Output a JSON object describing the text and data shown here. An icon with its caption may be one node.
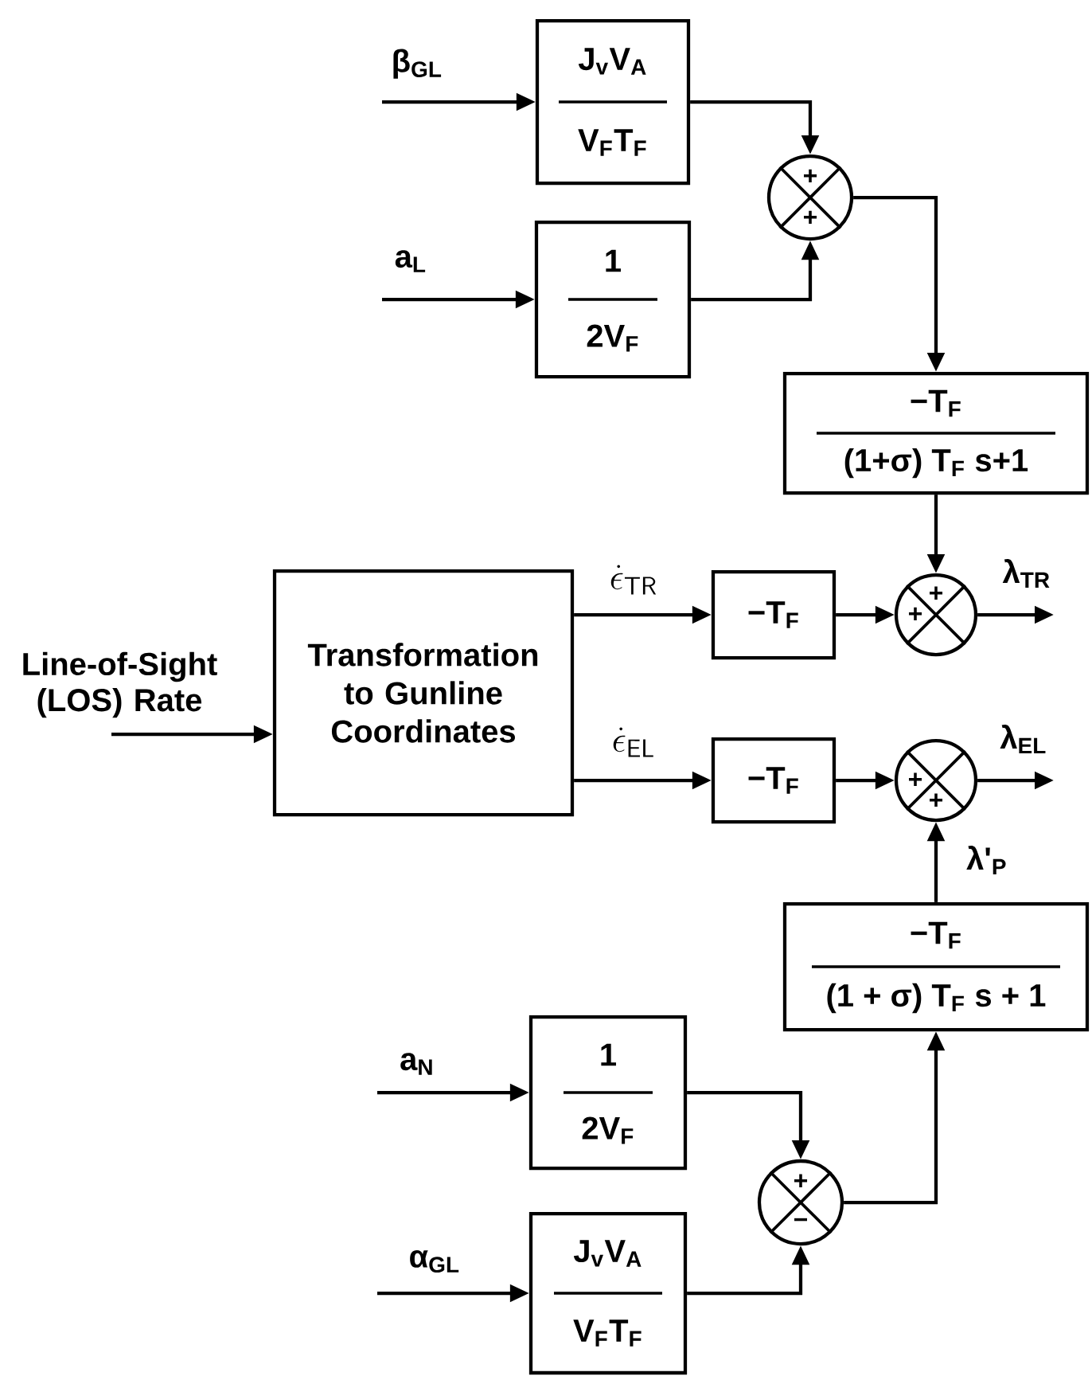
{
  "diagram": {
    "nodes": [
      {
        "text": [
          "J$_{v}$V$_{A}$",
          "V$_{F}$T$_{F}$"
        ]
      },
      {
        "text": [
          "1",
          "2V$_{F}$"
        ]
      },
      {
        "text": [
          "+",
          "+"
        ]
      },
      {
        "text": [
          "−T$_{F}$",
          "(1+σ) T$_{F}$ s+1"
        ]
      },
      {
        "text": [
          "Transformation to Gunline Coordinates"
        ]
      },
      {
        "text": [
          "−T$_{F}$"
        ]
      },
      {
        "text": [
          "+",
          "+"
        ]
      },
      {
        "text": [
          "−T$_{F}$"
        ]
      },
      {
        "text": [
          "+",
          "+"
        ]
      },
      {
        "text": [
          "−T$_{F}$",
          "(1 + σ) T$_{F}$ s + 1"
        ]
      },
      {
        "text": [
          "1",
          "2V$_{F}$"
        ]
      },
      {
        "text": [
          "+",
          "−"
        ]
      },
      {
        "text": [
          "J$_{v}$V$_{A}$",
          "V$_{F}$T$_{F}$"
        ]
      }
    ],
    "edges": [
      {
        "from": null,
        "to": 0,
        "arrow": "to",
        "label": "β$_{GL}$"
      },
      {
        "from": null,
        "to": 1,
        "arrow": "to",
        "label": "a$_{L}$"
      },
      {
        "from": 0,
        "to": 2,
        "arrow": "to"
      },
      {
        "from": 1,
        "to": 2,
        "arrow": "to"
      },
      {
        "from": 2,
        "to": 3,
        "arrow": "to"
      },
      {
        "from": 3,
        "to": 6,
        "arrow": "to"
      },
      {
        "from": null,
        "to": 4,
        "arrow": "to",
        "label": "Line-of-Sight (LOS) Rate"
      },
      {
        "from": 4,
        "to": 5,
        "arrow": "to",
        "label": "\\dot{\\epsilon}_{\\mathsf{TR}}"
      },
      {
        "from": 5,
        "to": 6,
        "arrow": "to"
      },
      {
        "from": 6,
        "to": null,
        "arrow": "to",
        "label": "λ$_{TR}$"
      },
      {
        "from": 4,
        "to": 7,
        "arrow": "to",
        "label": "\\dot{\\epsilon}_{\\mathsf{EL}}"
      },
      {
        "from": 7,
        "to": 8,
        "arrow": "to"
      },
      {
        "from": 8,
        "to": null,
        "arrow": "to",
        "label": "λ$_{EL}$"
      },
      {
        "from": 9,
        "to": 8,
        "arrow": "to",
        "label": "λ'$_{P}$"
      },
      {
        "from": null,
        "to": 10,
        "arrow": "to",
        "label": "a$_{N}$"
      },
      {
        "from": null,
        "to": 12,
        "arrow": "to",
        "label": "α$_{GL}$"
      },
      {
        "from": 10,
        "to": 11,
        "arrow": "to"
      },
      {
        "from": 12,
        "to": 11,
        "arrow": "to"
      },
      {
        "from": 11,
        "to": 9,
        "arrow": "to"
      }
    ]
  }
}
